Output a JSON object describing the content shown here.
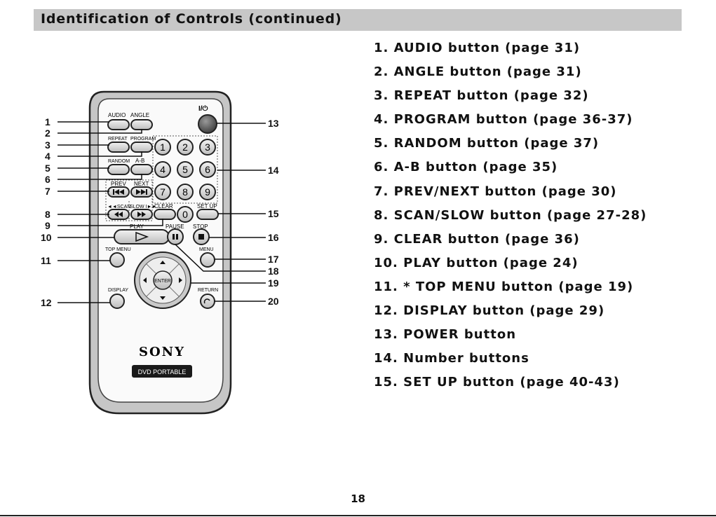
{
  "header": {
    "title": "Identification of Controls (continued)"
  },
  "legend": [
    "1. AUDIO button (page 31)",
    "2. ANGLE button (page 31)",
    "3. REPEAT button (page 32)",
    "4. PROGRAM button (page 36-37)",
    "5. RANDOM button (page 37)",
    "6. A-B button (page 35)",
    "7. PREV/NEXT button (page 30)",
    "8. SCAN/SLOW button (page 27-28)",
    "9. CLEAR button (page 36)",
    "10. PLAY button (page 24)",
    "11. * TOP MENU button (page 19)",
    "12. DISPLAY button (page 29)",
    "13. POWER button",
    "14. Number buttons",
    "15. SET UP button (page 40-43)"
  ],
  "remote": {
    "labels": {
      "audio": "AUDIO",
      "angle": "ANGLE",
      "power": "I/⏻",
      "repeat": "REPEAT",
      "program": "PROGRAM",
      "random": "RANDOM",
      "ab": "A-B",
      "prev": "PREV",
      "next": "NEXT",
      "scan": "◄◄SCAN",
      "slow": "SLOW I►►",
      "clear": "CLEAR",
      "setup": "SET UP",
      "play": "PLAY",
      "pause": "PAUSE",
      "stop": "STOP",
      "top_menu": "TOP MENU",
      "menu": "MENU",
      "enter": "ENTER",
      "display": "DISPLAY",
      "return": "RETURN",
      "brand": "SONY",
      "model": "DVD PORTABLE"
    },
    "digits": [
      "1",
      "2",
      "3",
      "4",
      "5",
      "6",
      "7",
      "8",
      "9",
      "0"
    ]
  },
  "callouts": {
    "left": [
      "1",
      "2",
      "3",
      "4",
      "5",
      "6",
      "7",
      "8",
      "9",
      "10",
      "11",
      "12"
    ],
    "right": [
      "13",
      "14",
      "15",
      "16",
      "17",
      "18",
      "19",
      "20"
    ]
  },
  "page_number": "18"
}
